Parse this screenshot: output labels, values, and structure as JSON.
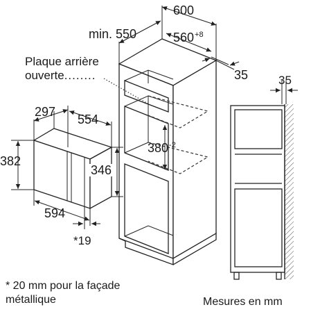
{
  "dims": {
    "cab_depth_min_prefix": "min.",
    "cab_depth_min": "550",
    "cab_width": "600",
    "niche_width": "560",
    "niche_width_tol": "+8",
    "front_offset": "35",
    "side_gap": "35",
    "niche_height": "380",
    "niche_height_tol": "-2",
    "mw_depth": "297",
    "mw_width_top": "554",
    "mw_height": "382",
    "mw_inner_height": "346",
    "mw_width_front": "594",
    "mw_offset": "*19"
  },
  "labels": {
    "back_panel_line1": "Plaque arrière",
    "back_panel_line2": "ouverte",
    "dots": "........",
    "footnote_line1": "* 20 mm pour la façade",
    "footnote_line2": "métallique",
    "units": "Mesures en mm"
  }
}
